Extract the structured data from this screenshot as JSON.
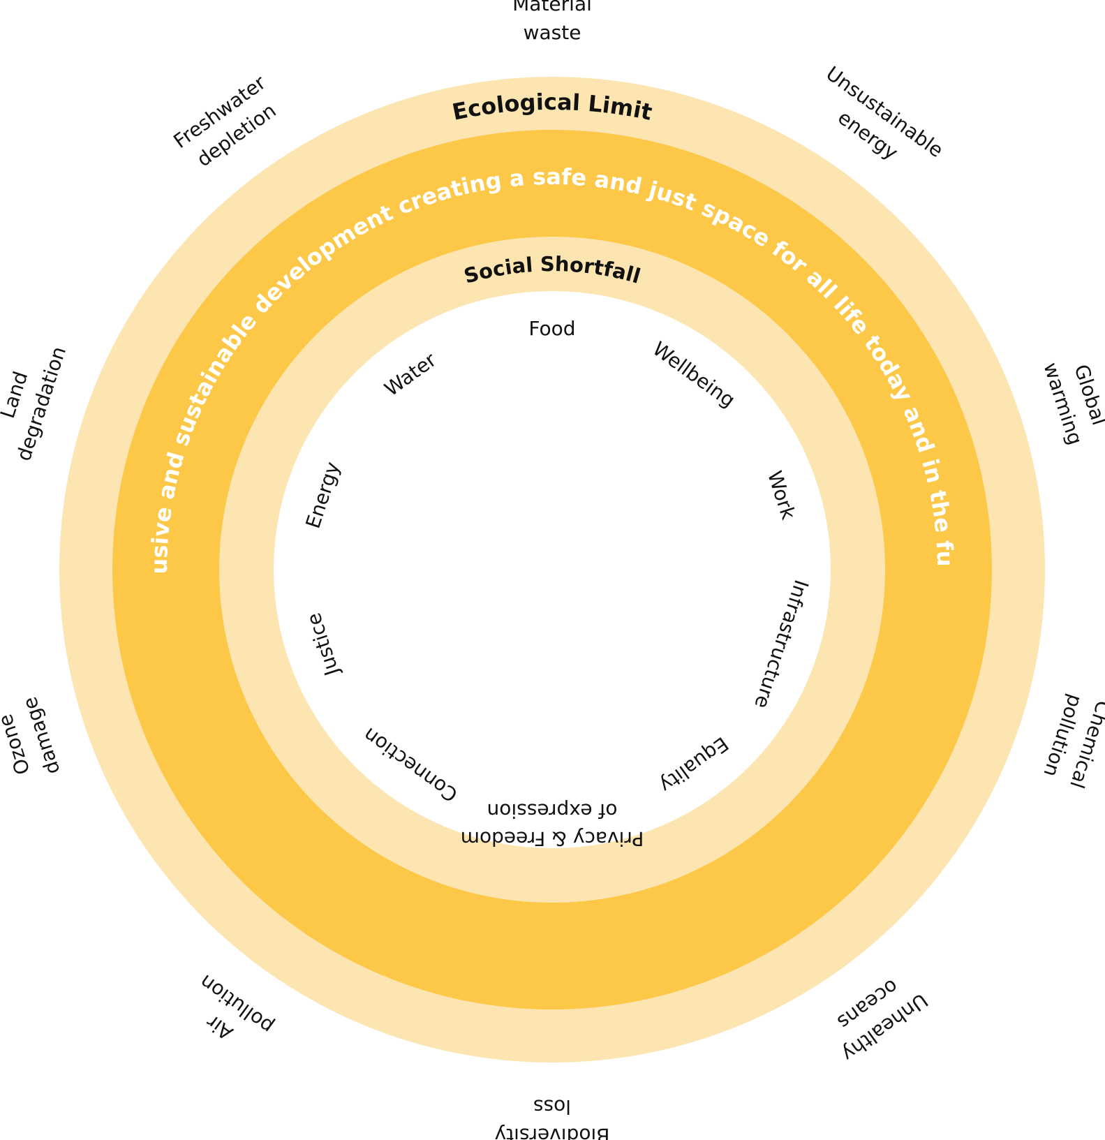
{
  "colors": {
    "outer_ring": "#fce5b0",
    "middle_ring": "#fdc748",
    "inner_ring": "#fce5b0",
    "center": "#ffffff",
    "ring_title": "#111111",
    "space_text": "#ffffff",
    "label_text": "#111111"
  },
  "ecological_limit": {
    "title": "Ecological Limit"
  },
  "safe_space": {
    "text": "Inclusive and sustainable development creating a safe and just space for all life today and in the future"
  },
  "social_shortfall": {
    "title": "Social Shortfall"
  },
  "ecological_items": [
    {
      "lines": [
        "Material",
        "waste"
      ]
    },
    {
      "lines": [
        "Unsustainable",
        "energy"
      ]
    },
    {
      "lines": [
        "Global",
        "warming"
      ]
    },
    {
      "lines": [
        "Chemical",
        "pollution"
      ]
    },
    {
      "lines": [
        "Unhealthy",
        "oceans"
      ]
    },
    {
      "lines": [
        "Biodiversity",
        "loss"
      ]
    },
    {
      "lines": [
        "Air",
        "pollution"
      ]
    },
    {
      "lines": [
        "Ozone",
        "damage"
      ]
    },
    {
      "lines": [
        "Land",
        "degradation"
      ]
    },
    {
      "lines": [
        "Freshwater",
        "depletion"
      ]
    }
  ],
  "social_items": [
    {
      "lines": [
        "Food"
      ]
    },
    {
      "lines": [
        "Wellbeing"
      ]
    },
    {
      "lines": [
        "Work"
      ]
    },
    {
      "lines": [
        "Infrastructure"
      ]
    },
    {
      "lines": [
        "Equality"
      ]
    },
    {
      "lines": [
        "Privacy & Freedom",
        "of expression"
      ]
    },
    {
      "lines": [
        "Connection"
      ]
    },
    {
      "lines": [
        "Justice"
      ]
    },
    {
      "lines": [
        "Energy"
      ]
    },
    {
      "lines": [
        "Water"
      ]
    }
  ]
}
